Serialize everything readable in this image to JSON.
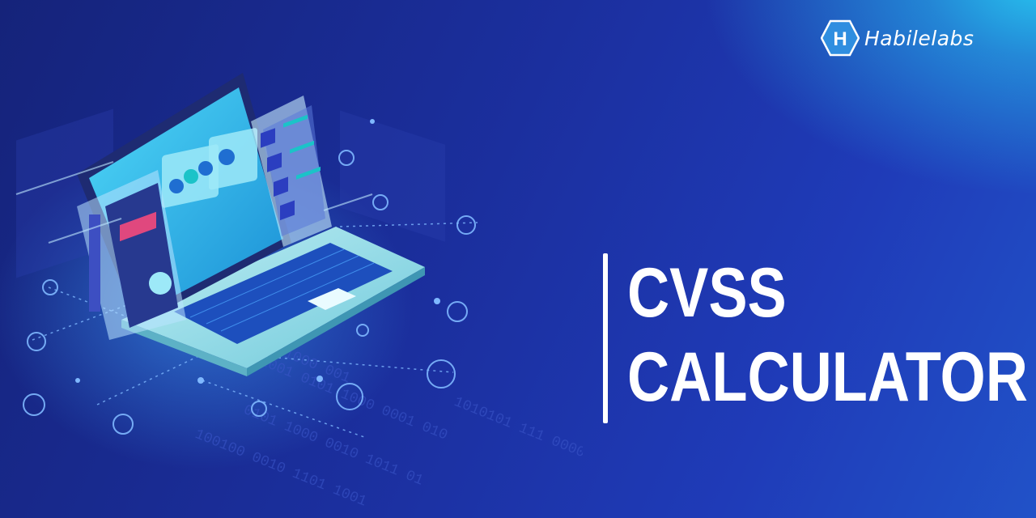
{
  "brand": {
    "name": "Habilelabs",
    "logo_letter": "H"
  },
  "headline": {
    "line1": "CVSS",
    "line2": "CALCULATOR"
  },
  "background_binary": [
    "0101 1000 001",
    "1001 0101 1000 0001 010",
    "1010101 111 0000",
    "0101 1000 0010 1011 01",
    "100100 0010 1101 1001"
  ],
  "colors": {
    "background_dark": "#15237a",
    "background_mid": "#1f3bb8",
    "glow": "#27c3ee",
    "text": "#ffffff",
    "screen": "#2fb6e6",
    "accent_pink": "#e0487e"
  }
}
